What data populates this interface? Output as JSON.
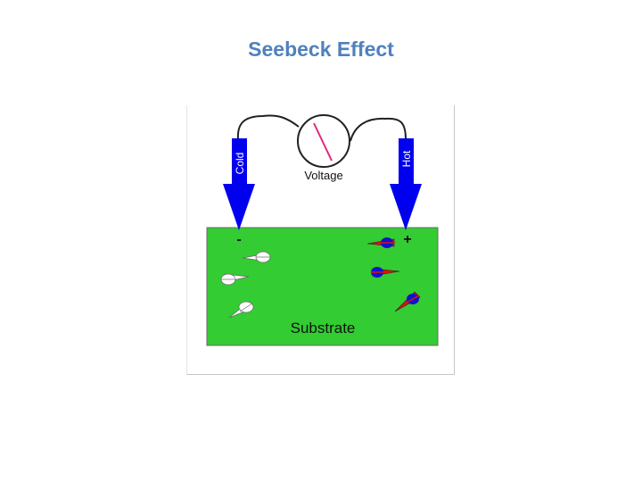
{
  "title": "Seebeck Effect",
  "diagram": {
    "voltmeter_label": "Voltage",
    "cold_probe_label": "Cold",
    "hot_probe_label": "Hot",
    "negative_terminal": "-",
    "positive_terminal": "+",
    "substrate_label": "Substrate",
    "colors": {
      "title": "#4f81bd",
      "substrate": "#33cc33",
      "probe": "#0000ee",
      "needle": "#e0287a",
      "hot_carrier": "#dd1111",
      "hot_carrier_core": "#1111cc",
      "cold_carrier": "#ffffff"
    }
  }
}
